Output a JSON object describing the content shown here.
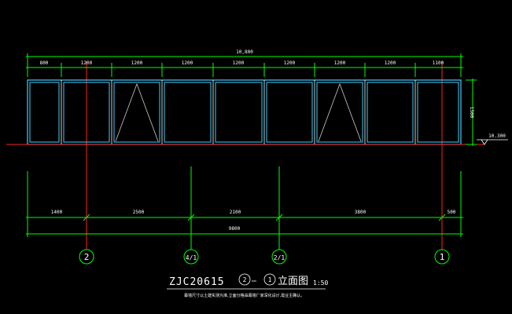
{
  "top_dimensions": {
    "overall": "10,800",
    "segments": [
      "800",
      "1200",
      "1200",
      "1200",
      "1200",
      "1200",
      "1200",
      "1200",
      "1100"
    ]
  },
  "height_dimension": "1500",
  "elevation_mark": "10.300",
  "bottom_dimensions": {
    "segments": [
      "1400",
      "2500",
      "2100",
      "3800",
      "500"
    ],
    "overall": "9800"
  },
  "axes": [
    "2",
    "4/1",
    "2/1",
    "1"
  ],
  "title": {
    "code": "ZJC20615",
    "axis_from": "2",
    "axis_to": "1",
    "label": "立面图",
    "scale": "1:50"
  },
  "note": "幕墙尺寸以土建实测为准,立面分格由幕墙厂家深化设计,需业主确认。"
}
